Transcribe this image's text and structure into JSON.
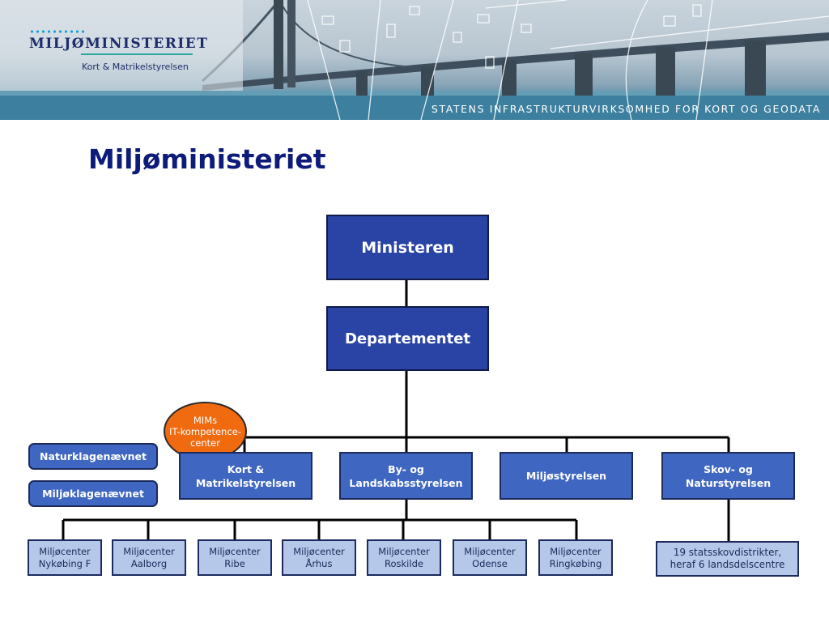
{
  "header": {
    "logo_title": "MILJØMINISTERIET",
    "logo_subtitle": "Kort & Matrikelstyrelsen",
    "caption": "STATENS INFRASTRUKTURVIRKSOMHED FOR KORT OG GEODATA"
  },
  "page_title": "Miljøministeriet",
  "org": {
    "top": "Ministeren",
    "department": "Departementet",
    "it_center": "MIMs\nIT-kompetence-\ncenter",
    "side_boards": [
      "Naturklagenævnet",
      "Miljøklagenævnet"
    ],
    "agencies": [
      "Kort &\nMatrikelstyrelsen",
      "By- og\nLandskabsstyrelsen",
      "Miljøstyrelsen",
      "Skov- og\nNaturstyrelsen"
    ],
    "centers": [
      "Miljøcenter\nNykøbing F",
      "Miljøcenter\nAalborg",
      "Miljøcenter\nRibe",
      "Miljøcenter\nÅrhus",
      "Miljøcenter\nRoskilde",
      "Miljøcenter\nOdense",
      "Miljøcenter\nRingkøbing"
    ],
    "forest_districts": "19 statsskovdistrikter,\nheraf 6 landsdelscentre"
  },
  "colors": {
    "title": "#0d1b7a",
    "dark_box": "#2a44a6",
    "mid_box": "#3f66c0",
    "light_box": "#b6c8ea",
    "it_circle": "#f06a10"
  }
}
